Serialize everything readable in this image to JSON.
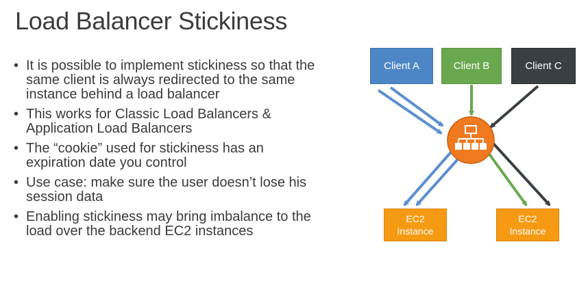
{
  "slide": {
    "title": "Load Balancer Stickiness",
    "bullets": [
      "It is possible to implement stickiness so that the same client is always redirected to the same instance behind a load balancer",
      "This works for Classic Load Balancers & Application Load Balancers",
      "The “cookie” used for stickiness has an expiration date you control",
      "Use case: make sure the user doesn’t lose his session data",
      "Enabling stickiness may bring imbalance to the load over the backend EC2 instances"
    ]
  },
  "diagram": {
    "clients": [
      {
        "label": "Client A",
        "color": "#4d86c6"
      },
      {
        "label": "Client B",
        "color": "#6aa84f"
      },
      {
        "label": "Client C",
        "color": "#3a3f44"
      }
    ],
    "load_balancer": {
      "icon": "load-balancer-icon",
      "color": "#ef7a1f"
    },
    "instances": [
      {
        "line1": "EC2",
        "line2": "Instance",
        "color": "#f59a12"
      },
      {
        "line1": "EC2",
        "line2": "Instance",
        "color": "#f59a12"
      }
    ],
    "arrow_colors": {
      "client_a": "#5b8fd0",
      "client_b": "#6aa84f",
      "client_c": "#3a3f44"
    }
  }
}
